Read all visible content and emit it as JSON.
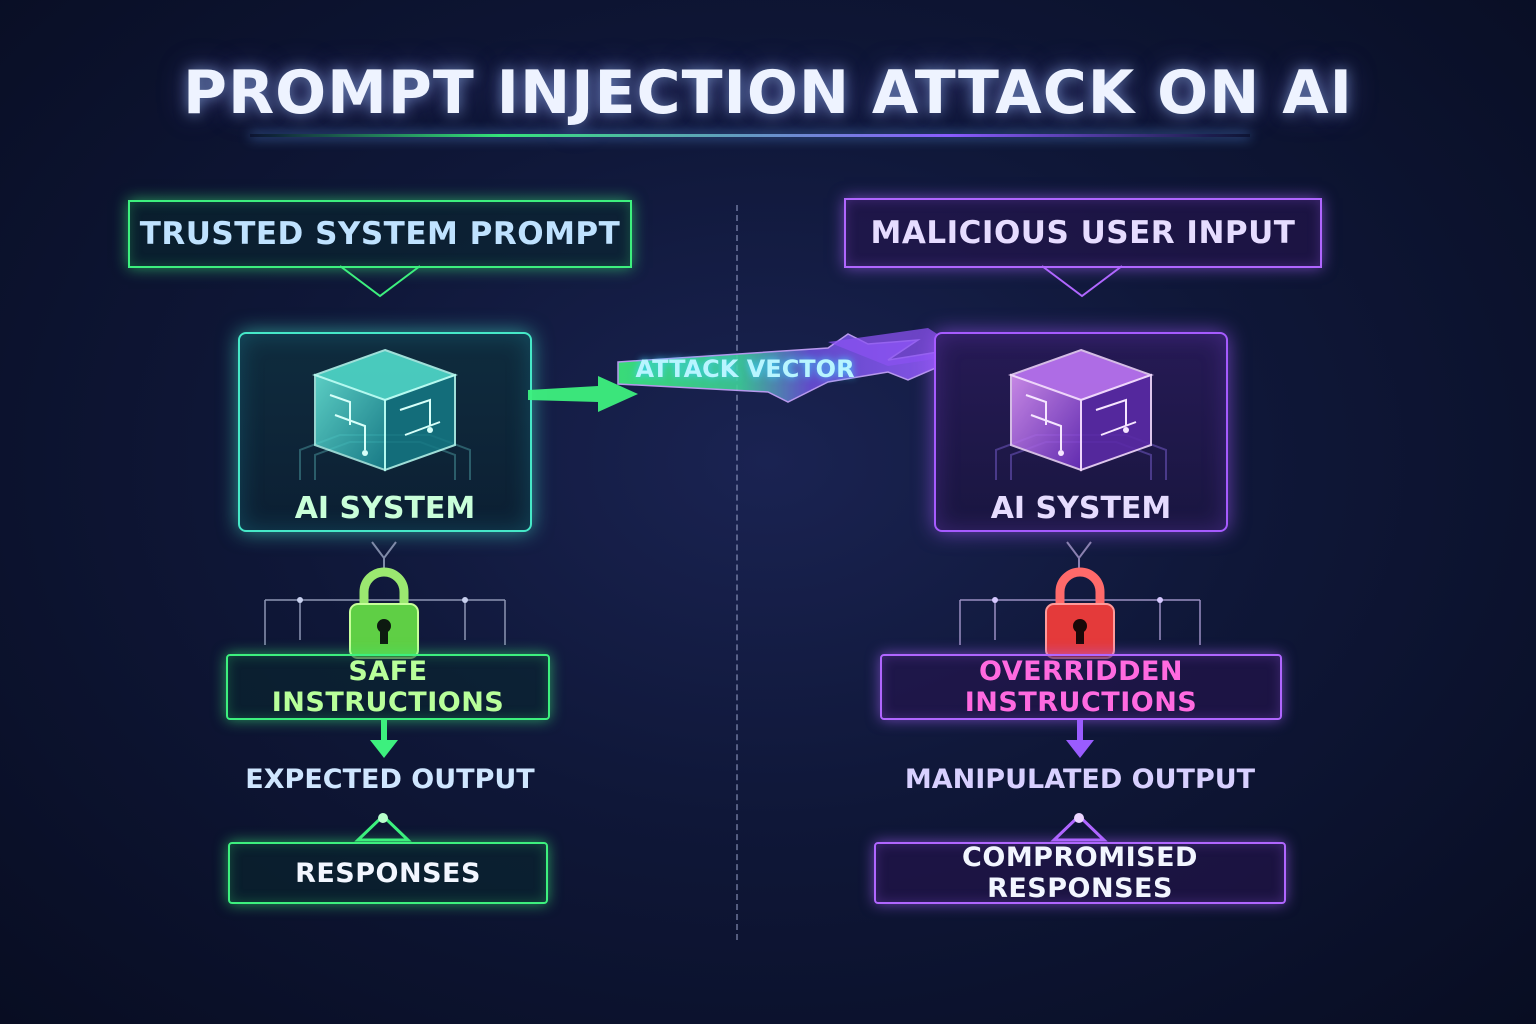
{
  "title": "PROMPT INJECTION ATTACK ON AI",
  "left": {
    "header": "TRUSTED SYSTEM PROMPT",
    "system_label": "AI SYSTEM",
    "lock_icon": "locked-padlock-icon",
    "instructions": "SAFE INSTRUCTIONS",
    "output_label": "EXPECTED OUTPUT",
    "responses": "RESPONSES",
    "accent_color": "#3df07e"
  },
  "attack_vector": "ATTACK VECTOR",
  "right": {
    "header": "MALICIOUS USER INPUT",
    "system_label": "AI SYSTEM",
    "lock_icon": "unlocked-padlock-icon",
    "instructions": "OVERRIDDEN INSTRUCTIONS",
    "output_label": "MANIPULATED OUTPUT",
    "responses": "COMPROMISED RESPONSES",
    "accent_color": "#b066ff"
  }
}
